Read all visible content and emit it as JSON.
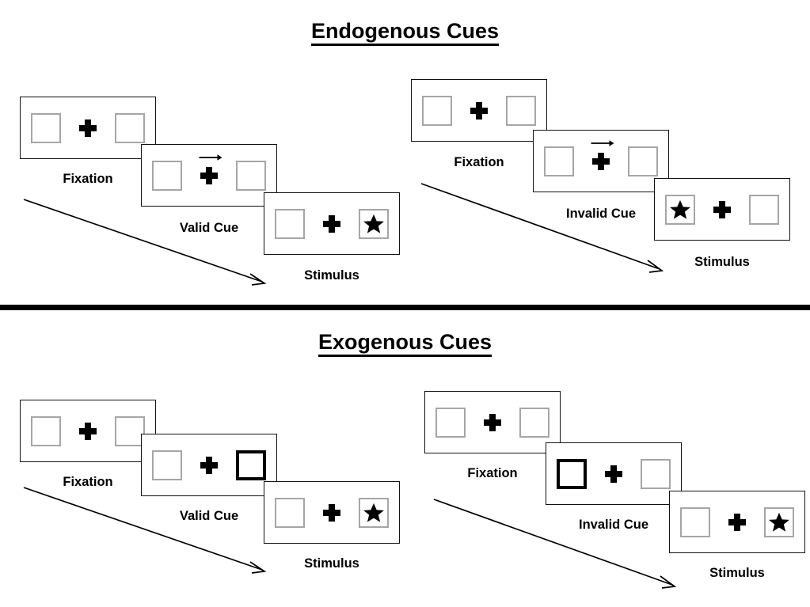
{
  "figure": {
    "sections": [
      {
        "id": "endogenous",
        "title": "Endogenous Cues",
        "cue_type": "central-arrow",
        "sequences": [
          {
            "id": "endogenous-valid",
            "validity": "valid",
            "panels": [
              {
                "label": "Fixation",
                "left_box": "empty",
                "right_box": "empty",
                "cue": "none",
                "center": "cross"
              },
              {
                "label": "Valid Cue",
                "left_box": "empty",
                "right_box": "empty",
                "cue": "arrow-right",
                "center": "cross"
              },
              {
                "label": "Stimulus",
                "left_box": "empty",
                "right_box": "star",
                "cue": "none",
                "center": "cross"
              }
            ]
          },
          {
            "id": "endogenous-invalid",
            "validity": "invalid",
            "panels": [
              {
                "label": "Fixation",
                "left_box": "empty",
                "right_box": "empty",
                "cue": "none",
                "center": "cross"
              },
              {
                "label": "Invalid Cue",
                "left_box": "empty",
                "right_box": "empty",
                "cue": "arrow-right",
                "center": "cross"
              },
              {
                "label": "Stimulus",
                "left_box": "star",
                "right_box": "empty",
                "cue": "none",
                "center": "cross"
              }
            ]
          }
        ]
      },
      {
        "id": "exogenous",
        "title": "Exogenous Cues",
        "cue_type": "peripheral-box-flash",
        "sequences": [
          {
            "id": "exogenous-valid",
            "validity": "valid",
            "panels": [
              {
                "label": "Fixation",
                "left_box": "empty",
                "right_box": "empty",
                "cue": "none",
                "center": "cross"
              },
              {
                "label": "Valid Cue",
                "left_box": "empty",
                "right_box": "cued",
                "cue": "none",
                "center": "cross"
              },
              {
                "label": "Stimulus",
                "left_box": "empty",
                "right_box": "star",
                "cue": "none",
                "center": "cross"
              }
            ]
          },
          {
            "id": "exogenous-invalid",
            "validity": "invalid",
            "panels": [
              {
                "label": "Fixation",
                "left_box": "empty",
                "right_box": "empty",
                "cue": "none",
                "center": "cross"
              },
              {
                "label": "Invalid Cue",
                "left_box": "cued",
                "right_box": "empty",
                "cue": "none",
                "center": "cross"
              },
              {
                "label": "Stimulus",
                "left_box": "empty",
                "right_box": "star",
                "cue": "none",
                "center": "cross"
              }
            ]
          }
        ]
      }
    ],
    "colors": {
      "stroke": "#111111",
      "box_border": "#a6a6a6",
      "cued_box_border": "#000000",
      "symbol": "#000000",
      "background": "#ffffff"
    }
  }
}
